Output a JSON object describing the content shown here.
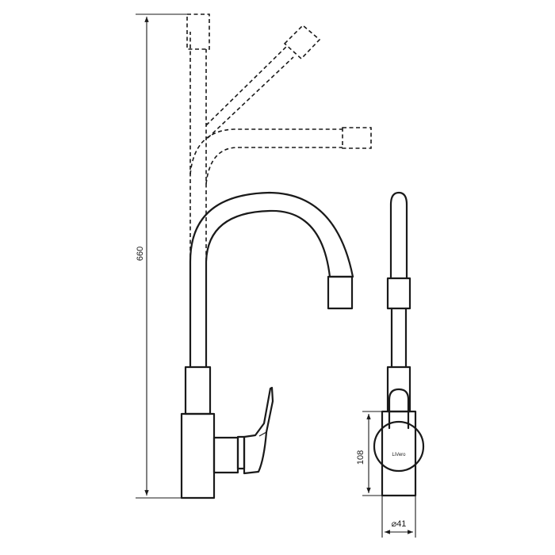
{
  "dimensions": {
    "total_height": "660",
    "base_height": "108",
    "body_diameter_symbol": "⌀",
    "body_diameter_value": "41"
  },
  "brand": {
    "logo_text": "LiVero"
  }
}
